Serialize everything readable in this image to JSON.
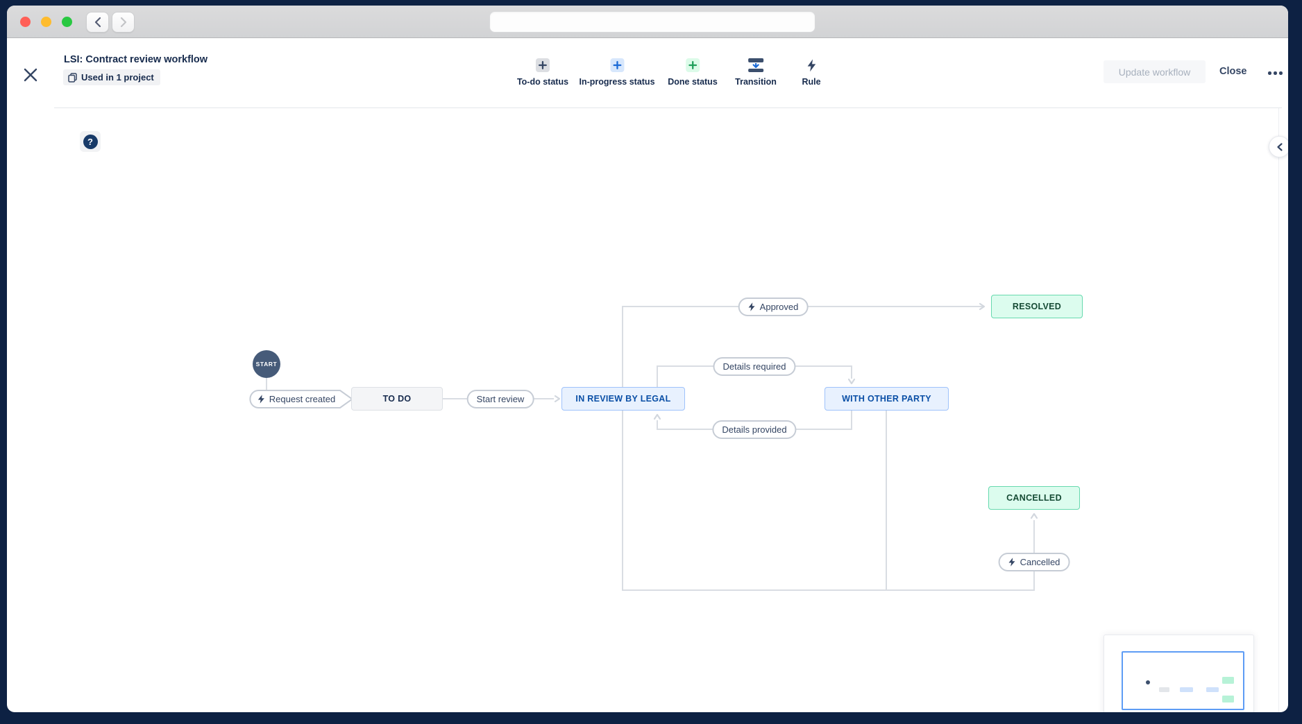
{
  "header": {
    "title": "LSI: Contract review workflow",
    "badge": "Used in 1 project",
    "toolbar": [
      {
        "label": "To-do status"
      },
      {
        "label": "In-progress status"
      },
      {
        "label": "Done status"
      },
      {
        "label": "Transition"
      },
      {
        "label": "Rule"
      }
    ],
    "update_button": "Update workflow",
    "close_button": "Close"
  },
  "workflow": {
    "start_label": "START",
    "statuses": {
      "todo": "TO DO",
      "in_review": "IN REVIEW BY LEGAL",
      "with_other_party": "WITH OTHER PARTY",
      "resolved": "RESOLVED",
      "cancelled": "CANCELLED"
    },
    "transitions": {
      "request_created": "Request created",
      "start_review": "Start review",
      "approved": "Approved",
      "details_required": "Details required",
      "details_provided": "Details provided",
      "cancelled": "Cancelled"
    },
    "help_glyph": "?"
  },
  "icons": {
    "badge": "copy-icon",
    "toolbar_status": "plus-icon",
    "toolbar_transition": "transition-arrow-icon",
    "toolbar_rule": "lightning-icon",
    "transition_rule_marker": "lightning-icon",
    "help": "question-icon",
    "panel_collapse": "chevron-left-icon"
  },
  "colors": {
    "window_frame": "#0d2143",
    "chrome_bar": "#d5d6d8",
    "traffic_red": "#ff5f57",
    "traffic_yellow": "#febc2e",
    "traffic_green": "#28c841",
    "navy_text": "#172b4d",
    "status_todo_bg": "#f4f5f7",
    "status_inprogress_bg": "#e8f1fe",
    "status_inprogress_text": "#0a4fa6",
    "status_done_bg": "#dcfcee",
    "status_done_text": "#164b35",
    "connector": "#d9dde3",
    "pill_border": "#c6ccd5",
    "start_node": "#465b79",
    "minimap_viewport_border": "#5d9cf5"
  }
}
